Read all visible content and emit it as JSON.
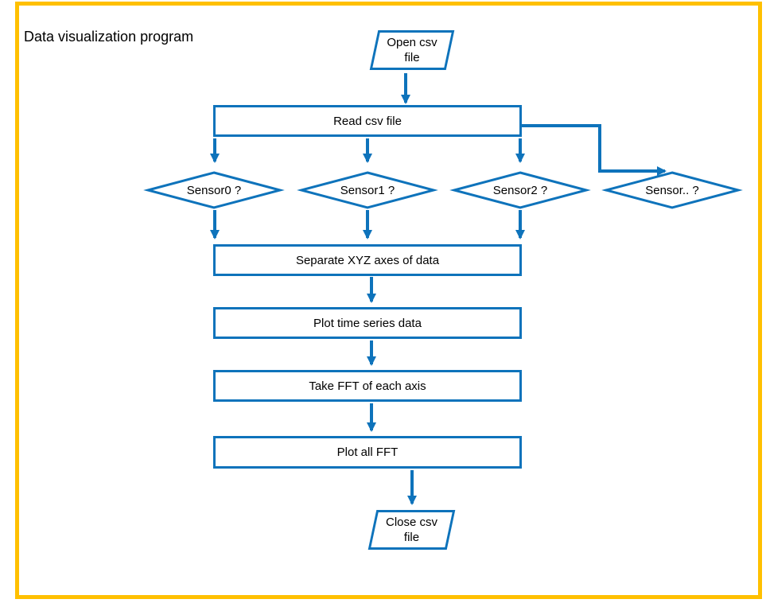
{
  "title": "Data visualization program",
  "colors": {
    "accent_blue": "#0E73BB",
    "frame_yellow": "#FFC000",
    "text": "#000000",
    "background": "#FFFFFF"
  },
  "flowchart": {
    "nodes": [
      {
        "id": "open-csv",
        "type": "data-parallelogram",
        "label": "Open csv\nfile"
      },
      {
        "id": "read-csv",
        "type": "process",
        "label": "Read csv file"
      },
      {
        "id": "sensor0",
        "type": "decision",
        "label": "Sensor0 ?"
      },
      {
        "id": "sensor1",
        "type": "decision",
        "label": "Sensor1 ?"
      },
      {
        "id": "sensor2",
        "type": "decision",
        "label": "Sensor2 ?"
      },
      {
        "id": "sensor-n",
        "type": "decision",
        "label": "Sensor.. ?"
      },
      {
        "id": "separate-axes",
        "type": "process",
        "label": "Separate XYZ axes of data"
      },
      {
        "id": "plot-time-series",
        "type": "process",
        "label": "Plot time series data"
      },
      {
        "id": "take-fft",
        "type": "process",
        "label": "Take FFT of each axis"
      },
      {
        "id": "plot-all-fft",
        "type": "process",
        "label": "Plot all FFT"
      },
      {
        "id": "close-csv",
        "type": "data-parallelogram",
        "label": "Close csv\nfile"
      }
    ],
    "edges": [
      {
        "from": "open-csv",
        "to": "read-csv"
      },
      {
        "from": "read-csv",
        "to": "sensor0"
      },
      {
        "from": "read-csv",
        "to": "sensor1"
      },
      {
        "from": "read-csv",
        "to": "sensor2"
      },
      {
        "from": "read-csv",
        "to": "sensor-n"
      },
      {
        "from": "sensor0",
        "to": "separate-axes"
      },
      {
        "from": "sensor1",
        "to": "separate-axes"
      },
      {
        "from": "sensor2",
        "to": "separate-axes"
      },
      {
        "from": "separate-axes",
        "to": "plot-time-series"
      },
      {
        "from": "plot-time-series",
        "to": "take-fft"
      },
      {
        "from": "take-fft",
        "to": "plot-all-fft"
      },
      {
        "from": "plot-all-fft",
        "to": "close-csv"
      }
    ]
  }
}
